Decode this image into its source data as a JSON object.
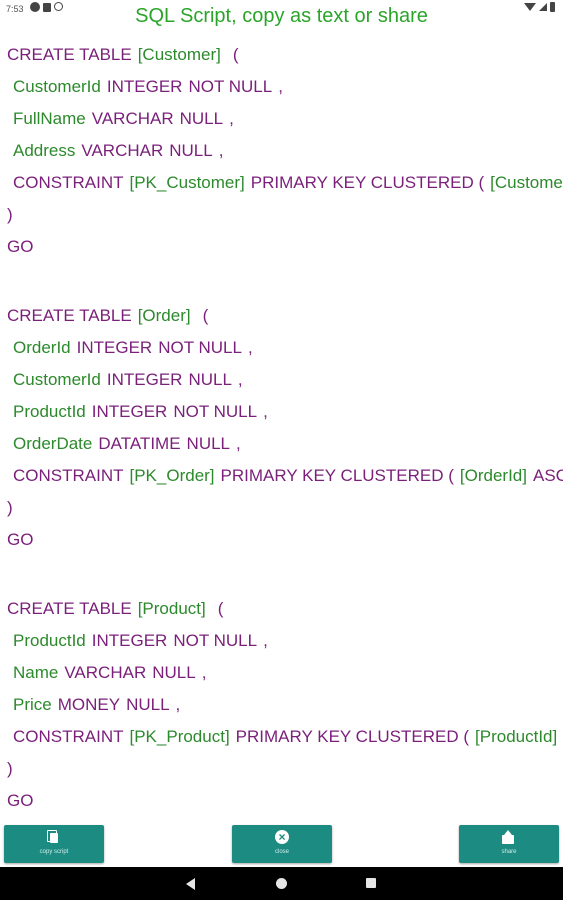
{
  "status_bar": {
    "time": "7:53",
    "left_icons": [
      "notification-a-icon",
      "notification-square-icon",
      "notification-ring-icon"
    ],
    "right_icons": [
      "wifi-icon",
      "signal-icon",
      "battery-icon"
    ]
  },
  "title": "SQL Script, copy as text or share",
  "colors": {
    "keyword": "#7a1f7a",
    "identifier": "#2c8a2c",
    "title": "#2aa52a",
    "button": "#1c8b82",
    "nav_bar": "#000000"
  },
  "script": {
    "t1_l1": [
      "CREATE TABLE",
      "[Customer]",
      "("
    ],
    "t1_l2": [
      "CustomerId",
      "INTEGER",
      "NOT NULL",
      ","
    ],
    "t1_l3": [
      "FullName",
      "VARCHAR",
      "NULL",
      ","
    ],
    "t1_l4": [
      "Address",
      "VARCHAR",
      "NULL",
      ","
    ],
    "t1_l5": [
      "CONSTRAINT",
      "[PK_Customer]",
      "PRIMARY KEY CLUSTERED (",
      "[Customer"
    ],
    "t1_l6": ")",
    "t1_l7": "GO",
    "t2_l1": [
      "CREATE TABLE",
      "[Order]",
      "("
    ],
    "t2_l2": [
      "OrderId",
      "INTEGER",
      "NOT NULL",
      ","
    ],
    "t2_l3": [
      "CustomerId",
      "INTEGER",
      "NULL",
      ","
    ],
    "t2_l4": [
      "ProductId",
      "INTEGER",
      "NOT NULL",
      ","
    ],
    "t2_l5": [
      "OrderDate",
      "DATATIME",
      "NULL",
      ","
    ],
    "t2_l6": [
      "CONSTRAINT",
      "[PK_Order]",
      "PRIMARY KEY CLUSTERED (",
      "[OrderId]",
      "ASC"
    ],
    "t2_l7": ")",
    "t2_l8": "GO",
    "t3_l1": [
      "CREATE TABLE",
      "[Product]",
      "("
    ],
    "t3_l2": [
      "ProductId",
      "INTEGER",
      "NOT NULL",
      ","
    ],
    "t3_l3": [
      "Name",
      "VARCHAR",
      "NULL",
      ","
    ],
    "t3_l4": [
      "Price",
      "MONEY",
      "NULL",
      ","
    ],
    "t3_l5": [
      "CONSTRAINT",
      "[PK_Product]",
      "PRIMARY KEY CLUSTERED (",
      "[ProductId]"
    ],
    "t3_l6": ")",
    "t3_l7": "GO"
  },
  "buttons": {
    "copy": {
      "label": "copy script",
      "icon": "copy-icon"
    },
    "close": {
      "label": "close",
      "icon": "close-icon"
    },
    "share": {
      "label": "share",
      "icon": "share-icon"
    }
  },
  "nav": {
    "icons": [
      "back-icon",
      "home-icon",
      "recents-icon"
    ]
  }
}
